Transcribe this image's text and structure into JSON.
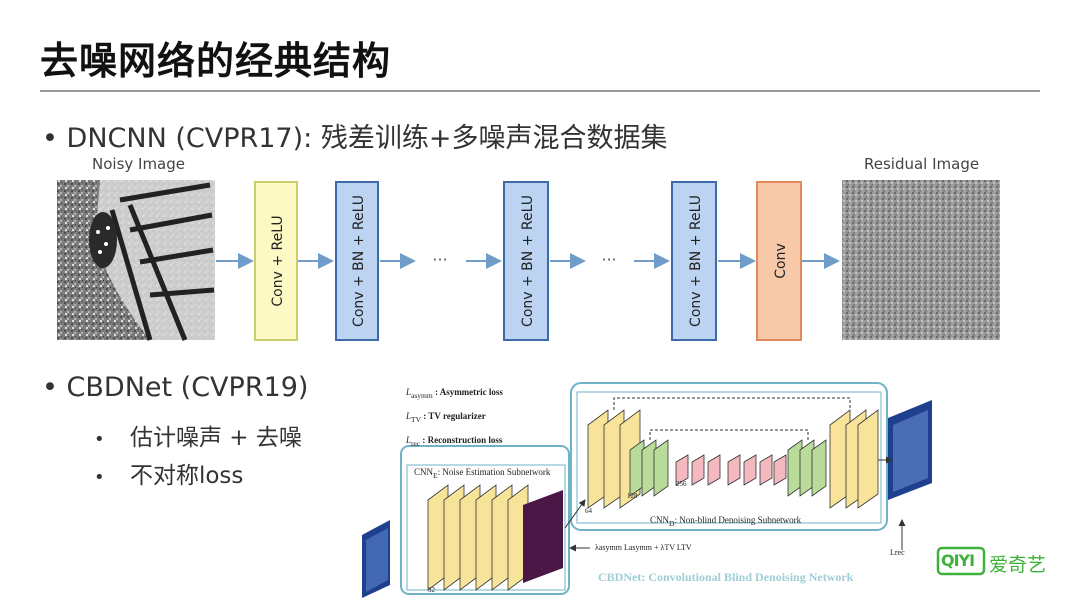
{
  "slide_title": "去噪网络的经典结构",
  "bullet_1": {
    "mark": "•",
    "text": "DNCNN (CVPR17): 残差训练+多噪声混合数据集"
  },
  "dncnn": {
    "input_caption": "Noisy Image",
    "output_caption": "Residual Image",
    "blocks": [
      "Conv + ReLU",
      "Conv + BN + ReLU",
      "Conv + BN + ReLU",
      "Conv + BN + ReLU",
      "Conv"
    ],
    "ellipsis": "···",
    "colors": {
      "first": "#fcf9c4",
      "first_border": "#c9cf6a",
      "mid": "#bcd4f2",
      "mid_border": "#3d6aa8",
      "last": "#f7c9a9",
      "last_border": "#e08a5a",
      "arrow": "#6f9cc9"
    }
  },
  "bullet_2": {
    "mark": "•",
    "text": "CBDNet (CVPR19)"
  },
  "sub_bullets": [
    {
      "mark": "•",
      "text": "估计噪声 + 去噪"
    },
    {
      "mark": "•",
      "text": "不对称loss"
    }
  ],
  "cbdnet": {
    "legend": [
      {
        "sym": "L",
        "sub": "asymm",
        "text": ": Asymmetric loss"
      },
      {
        "sym": "L",
        "sub": "TV",
        "text": ": TV regularizer"
      },
      {
        "sym": "L",
        "sub": "rec",
        "text": ": Reconstruction loss"
      }
    ],
    "noise_net_label": "CNN",
    "noise_net_sub": "E",
    "noise_net_text": ": Noise Estimation Subnetwork",
    "denoise_net_label": "CNN",
    "denoise_net_sub": "D",
    "denoise_net_text": ": Non-blind Denoising Subnetwork",
    "channel_labels": [
      "32",
      "64",
      "128",
      "256"
    ],
    "loss_formula": "λasymm Lasymm + λTV LTV",
    "rec_loss_label": "Lrec",
    "caption": "CBDNet: Convolutional Blind Denoising Network",
    "colors": {
      "frame": "#6fb3c8",
      "layer": "#f7e49a",
      "layer_green": "#b9dc9b",
      "layer_pink": "#f3b9bf",
      "noise_map": "#4a1747",
      "image_edge": "#1f3f8f"
    }
  },
  "logo": {
    "mark": "QIYI",
    "text": "爱奇艺",
    "color": "#3fb13b"
  }
}
